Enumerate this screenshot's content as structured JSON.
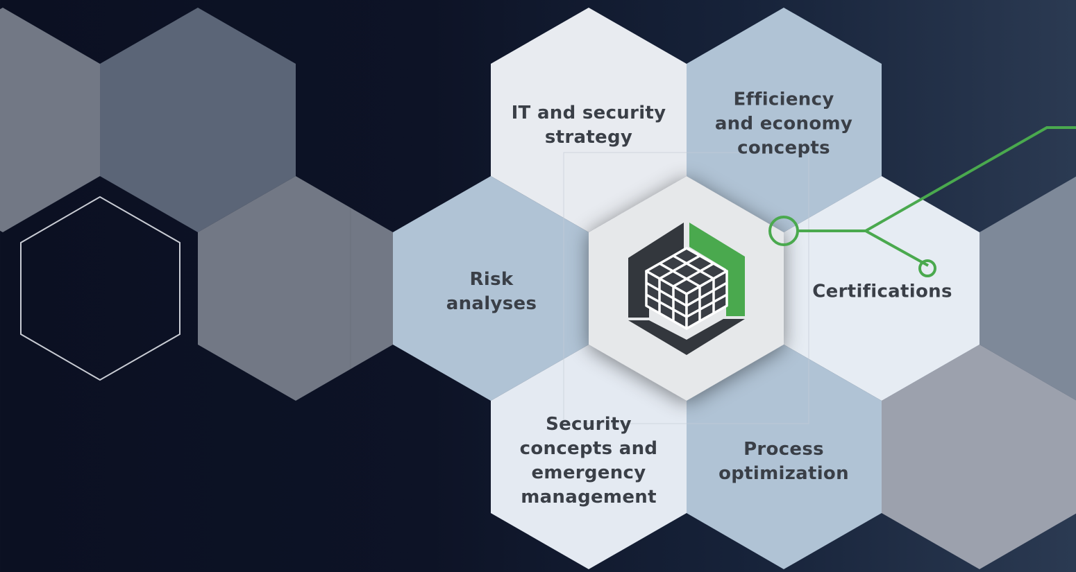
{
  "labels": {
    "it_security_strategy": "IT and security\nstrategy",
    "efficiency_economy": "Efficiency\nand economy\nconcepts",
    "risk_analyses": "Risk\nanalyses",
    "certifications": "Certifications",
    "security_concepts": "Security\nconcepts and\nemergency\nmanagement",
    "process_optimization": "Process\noptimization"
  },
  "center_icon": "cube-icon",
  "colors": {
    "accent_green": "#4aa94e",
    "text_dark": "#3a3f47",
    "hex_light": "#e8ebf0",
    "hex_blue": "#b0c3d5",
    "hex_pale": "#dde6ef",
    "hex_grey": "#727885",
    "hex_slate": "#5b6577"
  }
}
